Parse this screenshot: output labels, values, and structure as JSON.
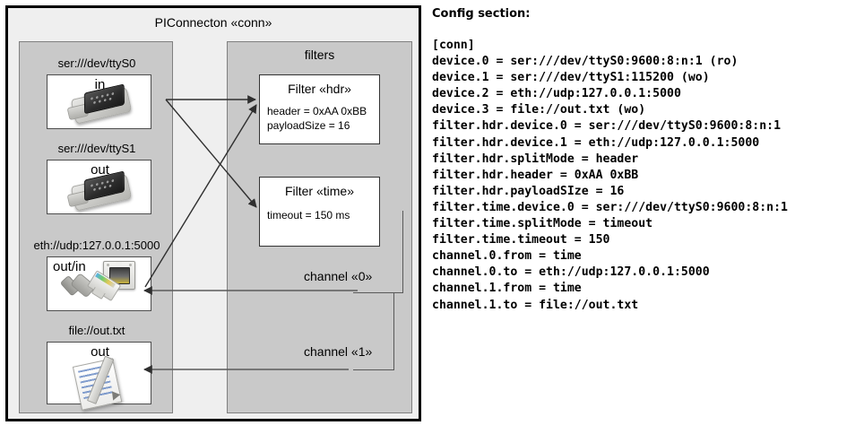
{
  "diagram": {
    "title": "PIConnecton «conn»",
    "devices_panel": {
      "items": [
        {
          "label": "ser:///dev/ttyS0",
          "io": "in",
          "icon": "serial-db9-icon"
        },
        {
          "label": "ser:///dev/ttyS1",
          "io": "out",
          "icon": "serial-db9-icon"
        },
        {
          "label": "eth://udp:127.0.0.1:5000",
          "io": "out/in",
          "icon": "ethernet-rj45-icon"
        },
        {
          "label": "file://out.txt",
          "io": "out",
          "icon": "text-file-icon"
        }
      ]
    },
    "filters_panel": {
      "title": "filters",
      "filters": [
        {
          "title": "Filter «hdr»",
          "attrs": [
            "header = 0xAA 0xBB",
            "payloadSize = 16"
          ]
        },
        {
          "title": "Filter «time»",
          "attrs": [
            "timeout = 150 ms"
          ]
        }
      ],
      "channels": [
        {
          "label": "channel «0»"
        },
        {
          "label": "channel «1»"
        }
      ]
    }
  },
  "config": {
    "heading": "Config section:",
    "text": "[conn]\ndevice.0 = ser:///dev/ttyS0:9600:8:n:1 (ro)\ndevice.1 = ser:///dev/ttyS1:115200 (wo)\ndevice.2 = eth://udp:127.0.0.1:5000\ndevice.3 = file://out.txt (wo)\nfilter.hdr.device.0 = ser:///dev/ttyS0:9600:8:n:1\nfilter.hdr.device.1 = eth://udp:127.0.0.1:5000\nfilter.hdr.splitMode = header\nfilter.hdr.header = 0xAA 0xBB\nfilter.hdr.payloadSIze = 16\nfilter.time.device.0 = ser:///dev/ttyS0:9600:8:n:1\nfilter.time.splitMode = timeout\nfilter.time.timeout = 150\nchannel.0.from = time\nchannel.0.to = eth://udp:127.0.0.1:5000\nchannel.1.from = time\nchannel.1.to = file://out.txt"
  },
  "colors": {
    "frame_border": "#000000",
    "frame_fill": "#efefef",
    "panel_fill": "#c9c9c9",
    "panel_border": "#808080",
    "box_fill": "#ffffff",
    "box_border": "#333333",
    "connector": "#3a3a3a"
  }
}
